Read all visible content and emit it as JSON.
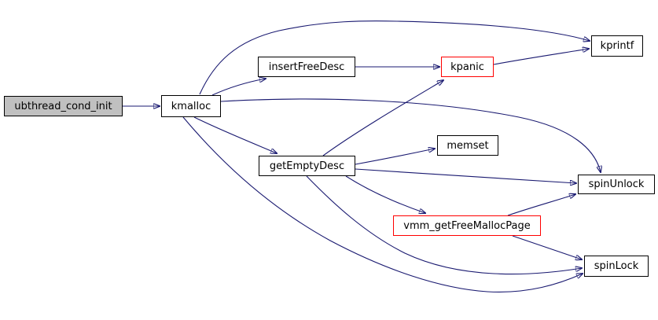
{
  "diagram": {
    "type": "call-graph",
    "nodes": [
      {
        "id": "ubthread_cond_init",
        "label": "ubthread_cond_init",
        "role": "root"
      },
      {
        "id": "kmalloc",
        "label": "kmalloc",
        "role": "normal"
      },
      {
        "id": "insertFreeDesc",
        "label": "insertFreeDesc",
        "role": "normal"
      },
      {
        "id": "kpanic",
        "label": "kpanic",
        "role": "highlight"
      },
      {
        "id": "kprintf",
        "label": "kprintf",
        "role": "normal"
      },
      {
        "id": "getEmptyDesc",
        "label": "getEmptyDesc",
        "role": "normal"
      },
      {
        "id": "memset",
        "label": "memset",
        "role": "normal"
      },
      {
        "id": "spinUnlock",
        "label": "spinUnlock",
        "role": "normal"
      },
      {
        "id": "vmm_getFreeMallocPage",
        "label": "vmm_getFreeMallocPage",
        "role": "highlight"
      },
      {
        "id": "spinLock",
        "label": "spinLock",
        "role": "normal"
      }
    ],
    "edges": [
      {
        "from": "ubthread_cond_init",
        "to": "kmalloc"
      },
      {
        "from": "kmalloc",
        "to": "insertFreeDesc"
      },
      {
        "from": "kmalloc",
        "to": "kprintf"
      },
      {
        "from": "kmalloc",
        "to": "getEmptyDesc"
      },
      {
        "from": "kmalloc",
        "to": "spinUnlock"
      },
      {
        "from": "kmalloc",
        "to": "spinLock"
      },
      {
        "from": "insertFreeDesc",
        "to": "kpanic"
      },
      {
        "from": "kpanic",
        "to": "kprintf"
      },
      {
        "from": "getEmptyDesc",
        "to": "kpanic"
      },
      {
        "from": "getEmptyDesc",
        "to": "memset"
      },
      {
        "from": "getEmptyDesc",
        "to": "spinUnlock"
      },
      {
        "from": "getEmptyDesc",
        "to": "vmm_getFreeMallocPage"
      },
      {
        "from": "getEmptyDesc",
        "to": "spinLock"
      },
      {
        "from": "vmm_getFreeMallocPage",
        "to": "spinUnlock"
      },
      {
        "from": "vmm_getFreeMallocPage",
        "to": "spinLock"
      }
    ],
    "colors": {
      "edge": "#191970",
      "root_fill": "#c0c0c0",
      "node_fill": "#ffffff",
      "node_border": "#000000",
      "highlight_border": "#ff0000",
      "text": "#000000",
      "background": "#ffffff"
    }
  }
}
